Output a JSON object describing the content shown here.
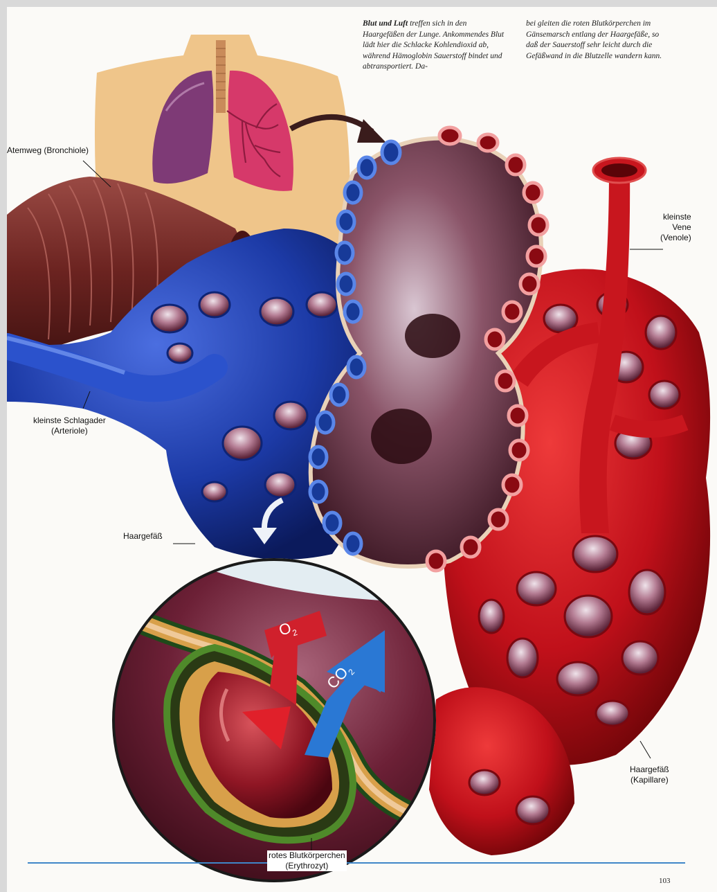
{
  "caption": {
    "lead": "Blut und Luft",
    "text_left": " treffen sich in den Haargefäßen der Lunge. Ankommendes Blut lädt hier die Schlacke Kohlendioxid ab, während Hämoglobin Sauerstoff bindet und abtransportiert. Da-",
    "text_right": "bei gleiten die roten Blutkörperchen im Gänsemarsch entlang der Haargefäße, so daß der Sauerstoff sehr leicht durch die Gefäßwand in die Blutzelle wandern kann."
  },
  "labels": {
    "bronchiole": "Atemweg (Bronchiole)",
    "venule_line1": "kleinste",
    "venule_line2": "Vene",
    "venule_line3": "(Venole)",
    "arteriole_line1": "kleinste Schlagader",
    "arteriole_line2": "(Arteriole)",
    "capillary": "Haargefäß",
    "capillary_right_line1": "Haargefäß",
    "capillary_right_line2": "(Kapillare)",
    "erythrocyte_line1": "rotes Blutkörperchen",
    "erythrocyte_line2": "(Erythrozyt)"
  },
  "gas_labels": {
    "oxygen": "O",
    "oxygen_sub": "2",
    "carbon_dioxide": "CO",
    "carbon_dioxide_sub": "2"
  },
  "page_number": "103",
  "colors": {
    "background": "#d9d9d9",
    "page": "#fbfaf7",
    "torso": "#efc58a",
    "vein_red": "#c5121b",
    "artery_blue": "#1d3fb0",
    "alveolus": "#6a3a4a",
    "rule_blue": "#3f86c8"
  }
}
